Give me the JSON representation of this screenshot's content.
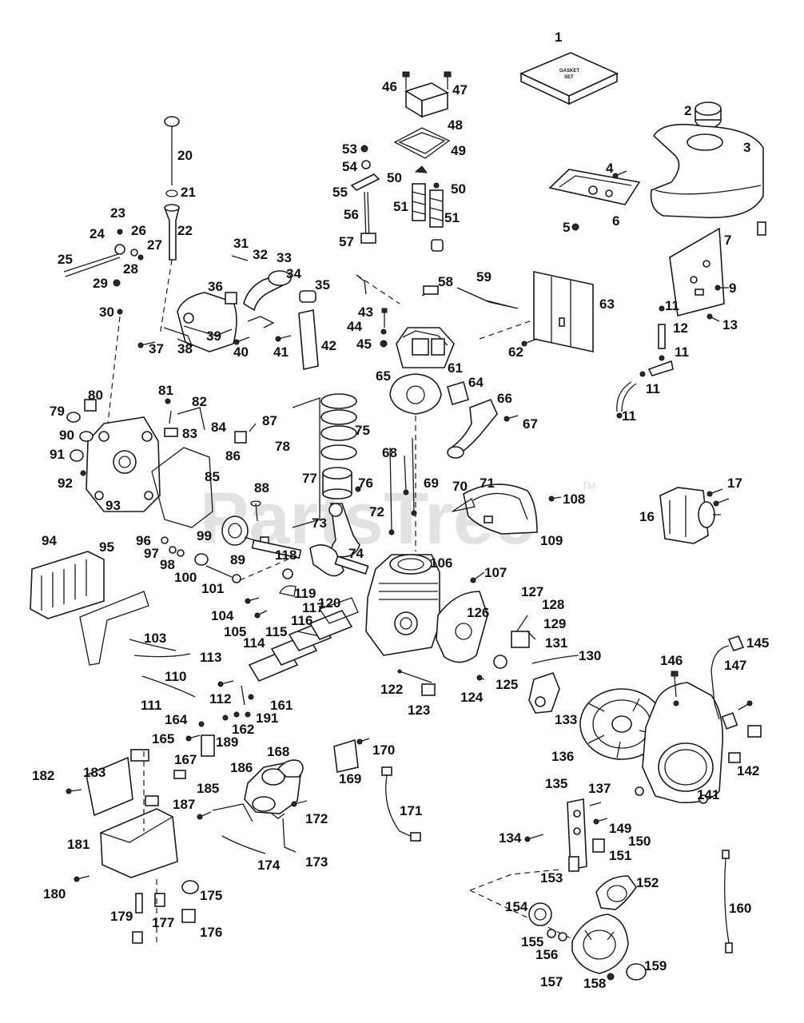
{
  "watermark": {
    "text": "PartsTree",
    "mark": "TM"
  },
  "gasket_box_text": {
    "line1": "GASKET",
    "line2": "SET"
  },
  "labels": [
    "1",
    "2",
    "3",
    "4",
    "5",
    "6",
    "7",
    "9",
    "11",
    "12",
    "13",
    "16",
    "17",
    "20",
    "21",
    "22",
    "23",
    "24",
    "25",
    "26",
    "27",
    "28",
    "29",
    "30",
    "31",
    "32",
    "33",
    "34",
    "35",
    "36",
    "37",
    "38",
    "39",
    "40",
    "41",
    "42",
    "43",
    "44",
    "45",
    "46",
    "47",
    "48",
    "49",
    "50",
    "51",
    "53",
    "54",
    "55",
    "56",
    "57",
    "58",
    "59",
    "61",
    "62",
    "63",
    "64",
    "65",
    "66",
    "67",
    "68",
    "69",
    "70",
    "71",
    "72",
    "73",
    "74",
    "75",
    "76",
    "77",
    "78",
    "79",
    "80",
    "81",
    "82",
    "83",
    "84",
    "85",
    "86",
    "87",
    "88",
    "89",
    "90",
    "91",
    "92",
    "93",
    "94",
    "95",
    "96",
    "97",
    "98",
    "99",
    "100",
    "101",
    "103",
    "104",
    "105",
    "106",
    "107",
    "108",
    "109",
    "110",
    "111",
    "112",
    "113",
    "114",
    "115",
    "116",
    "117",
    "118",
    "119",
    "120",
    "122",
    "123",
    "124",
    "125",
    "126",
    "127",
    "128",
    "129",
    "130",
    "131",
    "133",
    "134",
    "135",
    "136",
    "137",
    "141",
    "142",
    "145",
    "146",
    "147",
    "149",
    "150",
    "151",
    "152",
    "153",
    "154",
    "155",
    "156",
    "157",
    "158",
    "159",
    "160",
    "161",
    "162",
    "164",
    "165",
    "167",
    "168",
    "169",
    "170",
    "171",
    "172",
    "173",
    "174",
    "175",
    "176",
    "177",
    "179",
    "180",
    "181",
    "182",
    "183",
    "185",
    "186",
    "187",
    "189",
    "191"
  ]
}
